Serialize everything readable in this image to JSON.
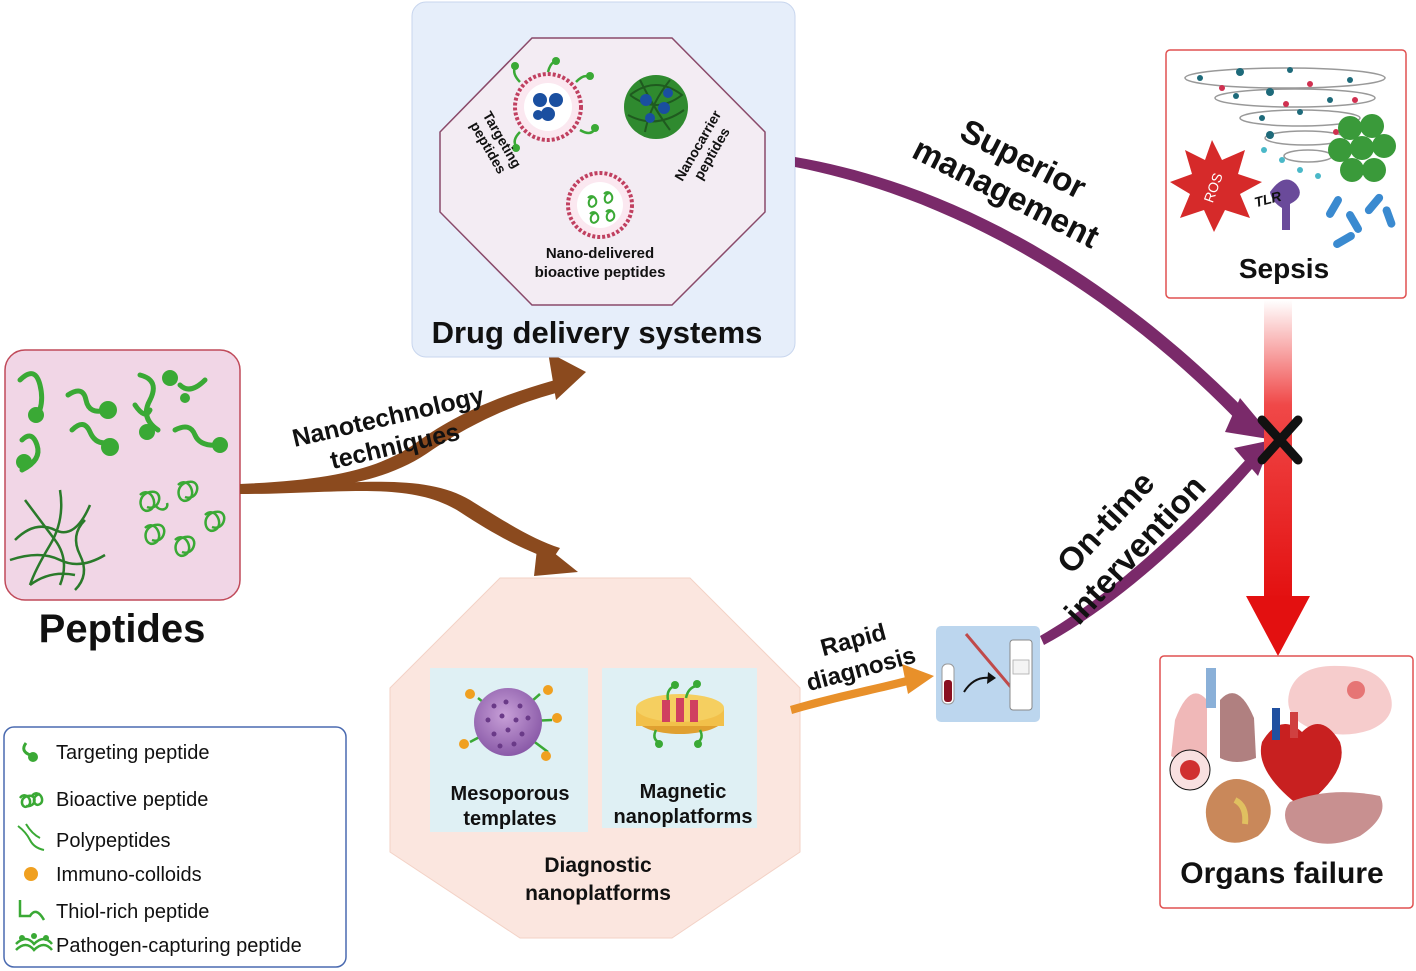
{
  "peptides": {
    "title": "Peptides"
  },
  "drug_delivery": {
    "title": "Drug delivery systems",
    "targeting_label": [
      "Targeting",
      "peptides"
    ],
    "nanocarrier_label": [
      "Nanocarrier",
      "peptides"
    ],
    "nanodelivered_label": [
      "Nano-delivered",
      "bioactive peptides"
    ]
  },
  "diagnostic": {
    "title": [
      "Diagnostic",
      "nanoplatforms"
    ],
    "mesoporous_label": [
      "Mesoporous",
      "templates"
    ],
    "magnetic_label": [
      "Magnetic",
      "nanoplatforms"
    ]
  },
  "arrows": {
    "nanotech": [
      "Nanotechnology",
      "techniques"
    ],
    "superior": [
      "Superior",
      "management"
    ],
    "ontime": [
      "On-time",
      "intervention"
    ],
    "rapid": [
      "Rapid",
      "diagnosis"
    ]
  },
  "sepsis": {
    "title": "Sepsis",
    "ros": "ROS",
    "tlr": "TLR"
  },
  "organs": {
    "title": "Organs failure"
  },
  "legend": {
    "items": [
      {
        "label": "Targeting peptide",
        "icon": "targeting-peptide-icon"
      },
      {
        "label": "Bioactive peptide",
        "icon": "bioactive-peptide-icon"
      },
      {
        "label": "Polypeptides",
        "icon": "polypeptide-icon"
      },
      {
        "label": "Immuno-colloids",
        "icon": "immuno-colloid-icon"
      },
      {
        "label": "Thiol-rich peptide",
        "icon": "thiol-peptide-icon"
      },
      {
        "label": "Pathogen-capturing peptide",
        "icon": "pathogen-capturing-icon"
      }
    ]
  },
  "colors": {
    "peptide_green": "#3aa935",
    "arrow_brown": "#8b4a1e",
    "arrow_purple": "#7a2a6a",
    "arrow_orange": "#e8902a",
    "arrow_red": "#e31b1b",
    "box_red": "#e05050"
  }
}
